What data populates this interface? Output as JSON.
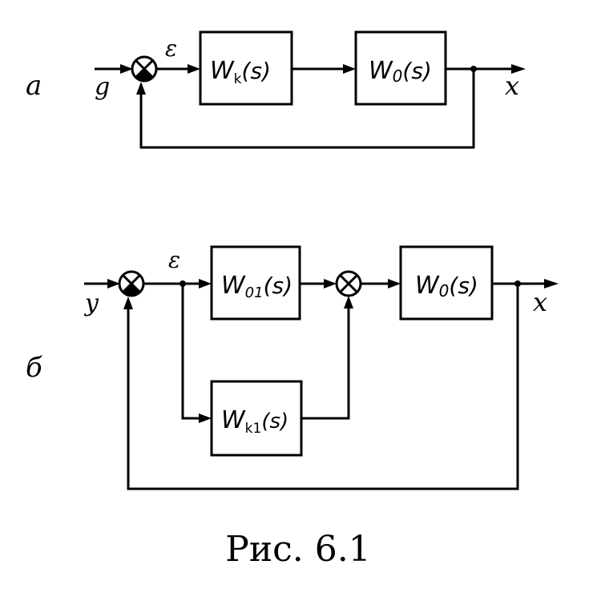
{
  "diagram_a": {
    "panel_label": "а",
    "input_label": "g",
    "error_label": "ε",
    "output_label": "x",
    "block_controller": "W_k(s)",
    "block_controller_main": "W",
    "block_controller_sub": "k",
    "block_controller_arg": "(s)",
    "block_object_main": "W",
    "block_object_sub": "0",
    "block_object_arg": "(s)"
  },
  "diagram_b": {
    "panel_label": "б",
    "input_label": "y",
    "error_label": "ε",
    "output_label": "x",
    "block_01_main": "W",
    "block_01_sub": "01",
    "block_01_arg": "(s)",
    "block_0_main": "W",
    "block_0_sub": "0",
    "block_0_arg": "(s)",
    "block_k1_main": "W",
    "block_k1_sub": "k1",
    "block_k1_arg": "(s)"
  },
  "caption": "Рис. 6.1"
}
